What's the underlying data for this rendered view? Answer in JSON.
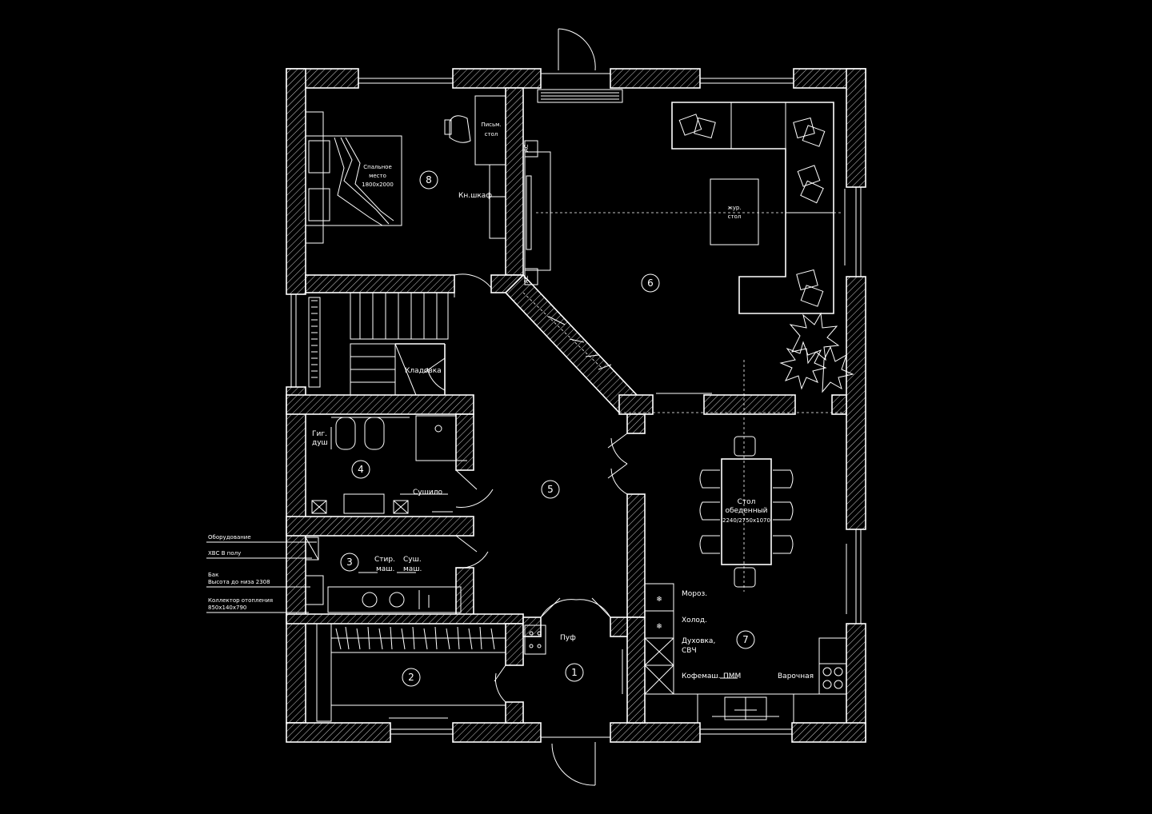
{
  "rooms": [
    {
      "number": "1"
    },
    {
      "number": "2"
    },
    {
      "number": "3"
    },
    {
      "number": "4"
    },
    {
      "number": "5"
    },
    {
      "number": "6"
    },
    {
      "number": "7"
    },
    {
      "number": "8"
    }
  ],
  "labels": {
    "bed_1": "Спальное",
    "bed_2": "место",
    "bed_3": "1800х2000",
    "desk_1": "Письм.",
    "desk_2": "стол",
    "bookcase": "Кн.шкаф",
    "ac_top": "AC",
    "ac_bottom": "AC",
    "coffee_table_1": "жур.",
    "coffee_table_2": "стол",
    "storage": "Кладовка",
    "hyg_shower_1": "Гиг.",
    "hyg_shower_2": "душ",
    "dryer_rack": "Сушило",
    "washer_1": "Стир.",
    "washer_2": "маш.",
    "dryer_1": "Суш.",
    "dryer_2": "маш.",
    "pouf": "Пуф",
    "dining_1": "Стол",
    "dining_2": "обеденный",
    "dining_3": "2240/2750x1070",
    "freezer": "Мороз.",
    "fridge": "Холод.",
    "oven_1": "Духовка,",
    "oven_2": "СВЧ",
    "coffee_machine": "Кофемаш.",
    "dishwasher": "ПММ",
    "cooktop": "Варочная"
  },
  "annotations": [
    {
      "line1": "Оборудование",
      "line2": ""
    },
    {
      "line1": "ХВС В полу",
      "line2": ""
    },
    {
      "line1": "Бак",
      "line2": "Высота до низа 2308"
    },
    {
      "line1": "Коллектор отопления",
      "line2": "850х140х790"
    }
  ],
  "colors": {
    "background": "#000000",
    "lines": "#ffffff"
  }
}
